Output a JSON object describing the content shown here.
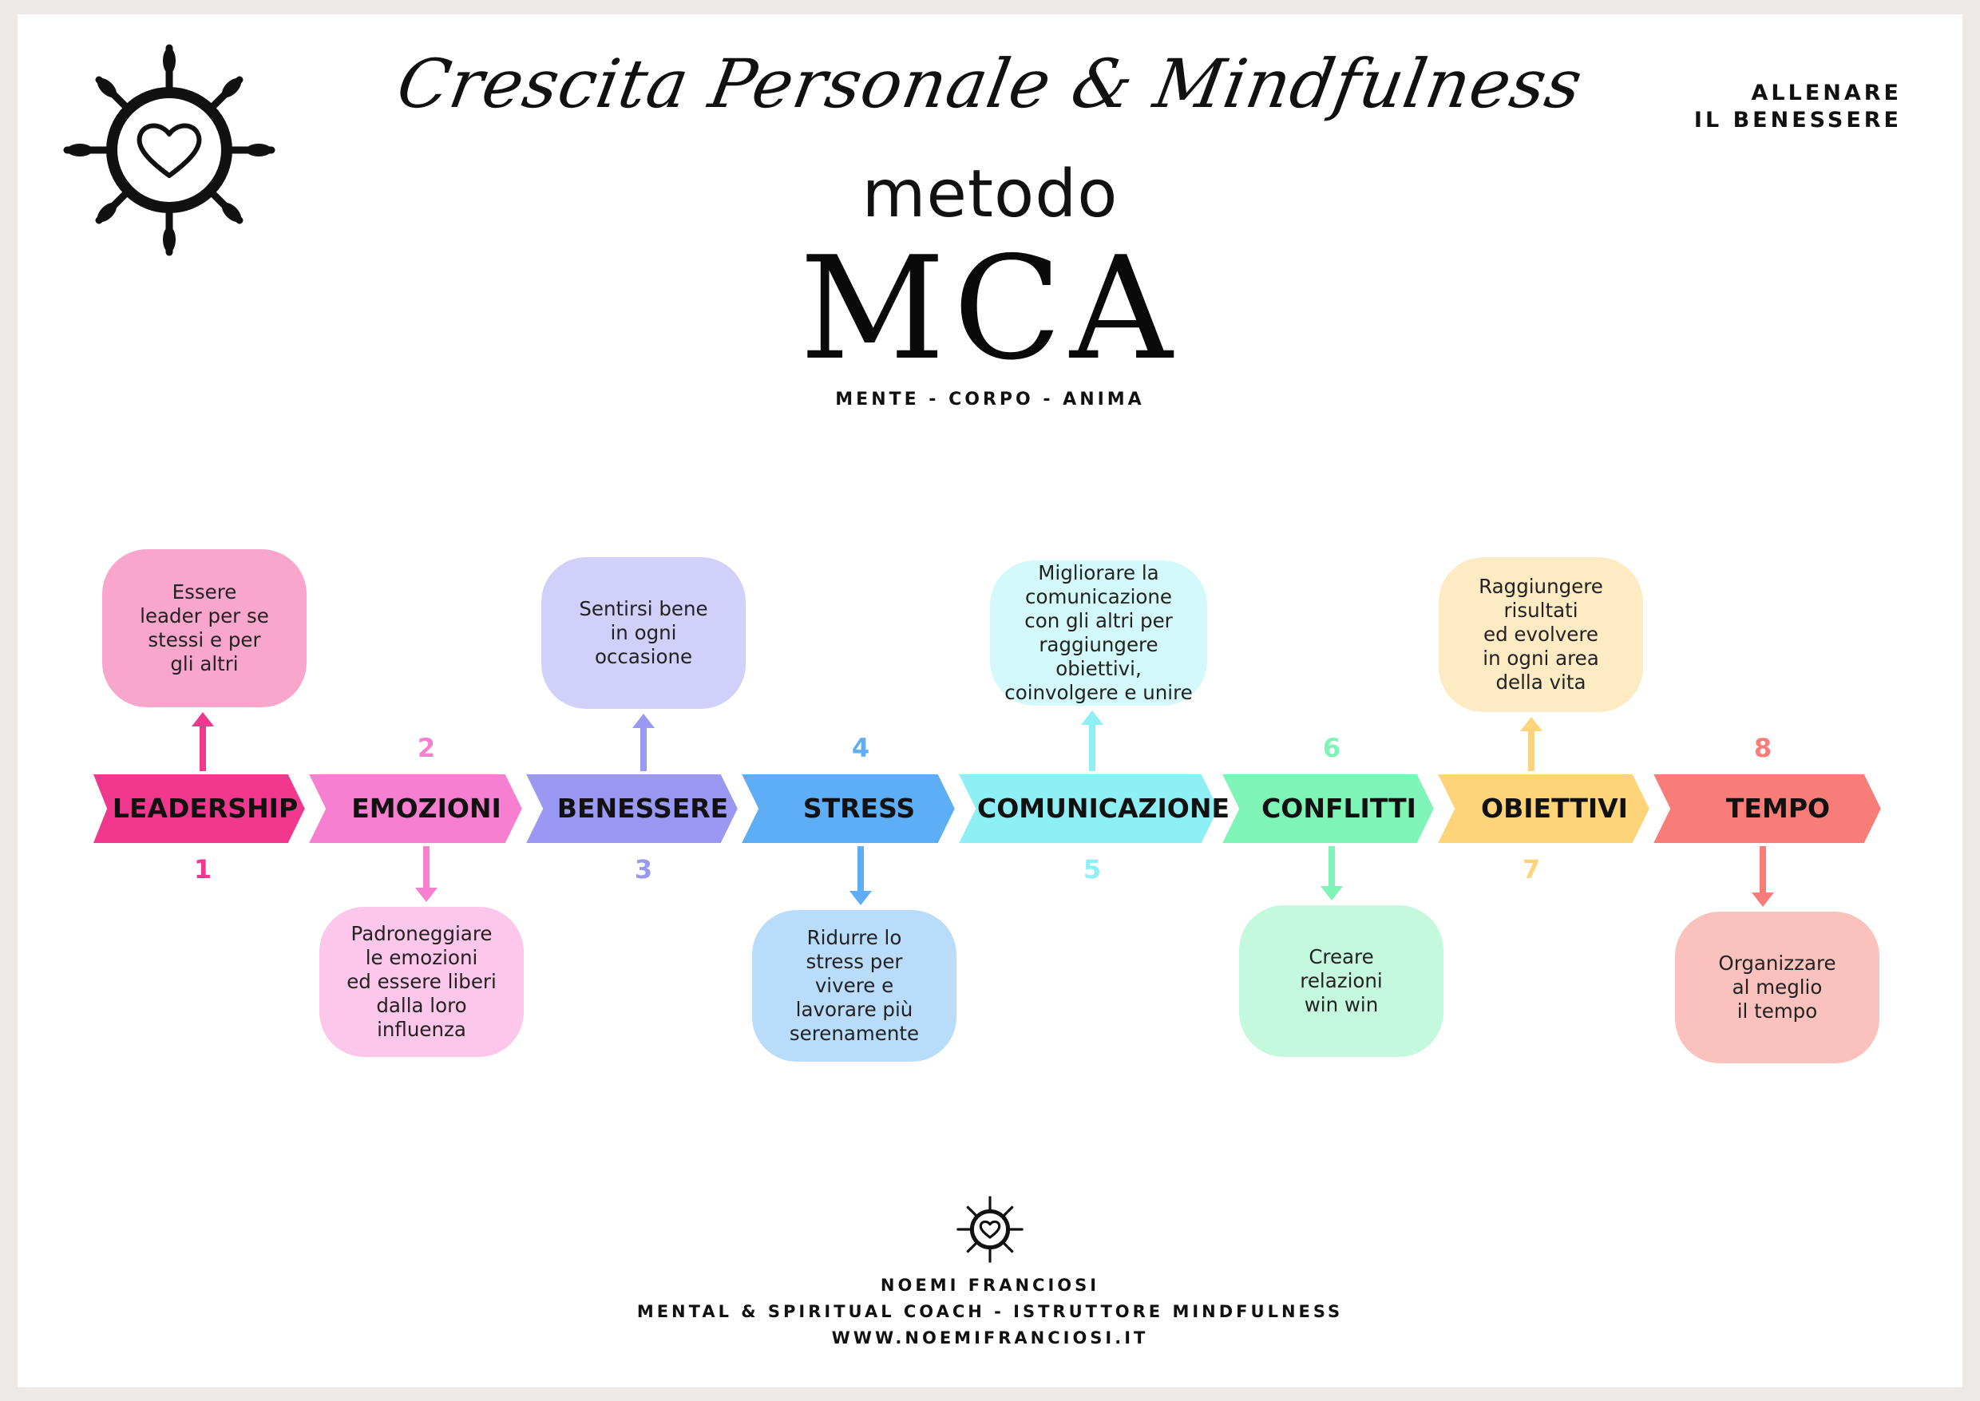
{
  "header": {
    "script_title": "Crescita Personale & Mindfulness",
    "pretitle": "metodo",
    "title": "MCA",
    "subtitle": "MENTE - CORPO - ANIMA",
    "tagline_line1": "ALLENARE",
    "tagline_line2": "IL BENESSERE"
  },
  "logo": {
    "icon": "ship-wheel-heart-icon"
  },
  "steps": [
    {
      "number": "1",
      "label": "LEADERSHIP",
      "desc": "Essere\nleader per se\nstessi e per\ngli altri",
      "position": "above",
      "color": "#f2378e",
      "box_color": "#f9a6cd"
    },
    {
      "number": "2",
      "label": "EMOZIONI",
      "desc": "Padroneggiare\nle emozioni\ned essere liberi\ndalla loro\ninfluenza",
      "position": "below",
      "color": "#f77fcf",
      "box_color": "#fcc7ea"
    },
    {
      "number": "3",
      "label": "BENESSERE",
      "desc": "Sentirsi bene\nin ogni\noccasione",
      "position": "above",
      "color": "#9a98f2",
      "box_color": "#d1d0fb"
    },
    {
      "number": "4",
      "label": "STRESS",
      "desc": "Ridurre lo\nstress per\nvivere e\nlavorare più\nserenamente",
      "position": "below",
      "color": "#5eaef5",
      "box_color": "#b9dcfb"
    },
    {
      "number": "5",
      "label": "COMUNICAZIONE",
      "desc": "Migliorare la\ncomunicazione\ncon gli altri per\nraggiungere obiettivi,\ncoinvolgere e unire",
      "position": "above",
      "color": "#8ef0f5",
      "box_color": "#d4f9fb"
    },
    {
      "number": "6",
      "label": "CONFLITTI",
      "desc": "Creare\nrelazioni\nwin win",
      "position": "below",
      "color": "#7ef5b6",
      "box_color": "#c5f9dd"
    },
    {
      "number": "7",
      "label": "OBIETTIVI",
      "desc": "Raggiungere\nrisultati\ned evolvere\nin ogni area\ndella vita",
      "position": "above",
      "color": "#fdd47a",
      "box_color": "#feebc3"
    },
    {
      "number": "8",
      "label": "TEMPO",
      "desc": "Organizzare\nal meglio\nil tempo",
      "position": "below",
      "color": "#f87c78",
      "box_color": "#fbc1bd"
    }
  ],
  "number_colors": [
    "#f2378e",
    "#f77fcf",
    "#9a98f2",
    "#5eaef5",
    "#8ef0f5",
    "#7ef5b6",
    "#fdd47a",
    "#f87c78"
  ],
  "footer": {
    "name": "NOEMI FRANCIOSI",
    "role": "MENTAL & SPIRITUAL COACH - ISTRUTTORE MINDFULNESS",
    "url": "WWW.NOEMIFRANCIOSI.IT"
  }
}
